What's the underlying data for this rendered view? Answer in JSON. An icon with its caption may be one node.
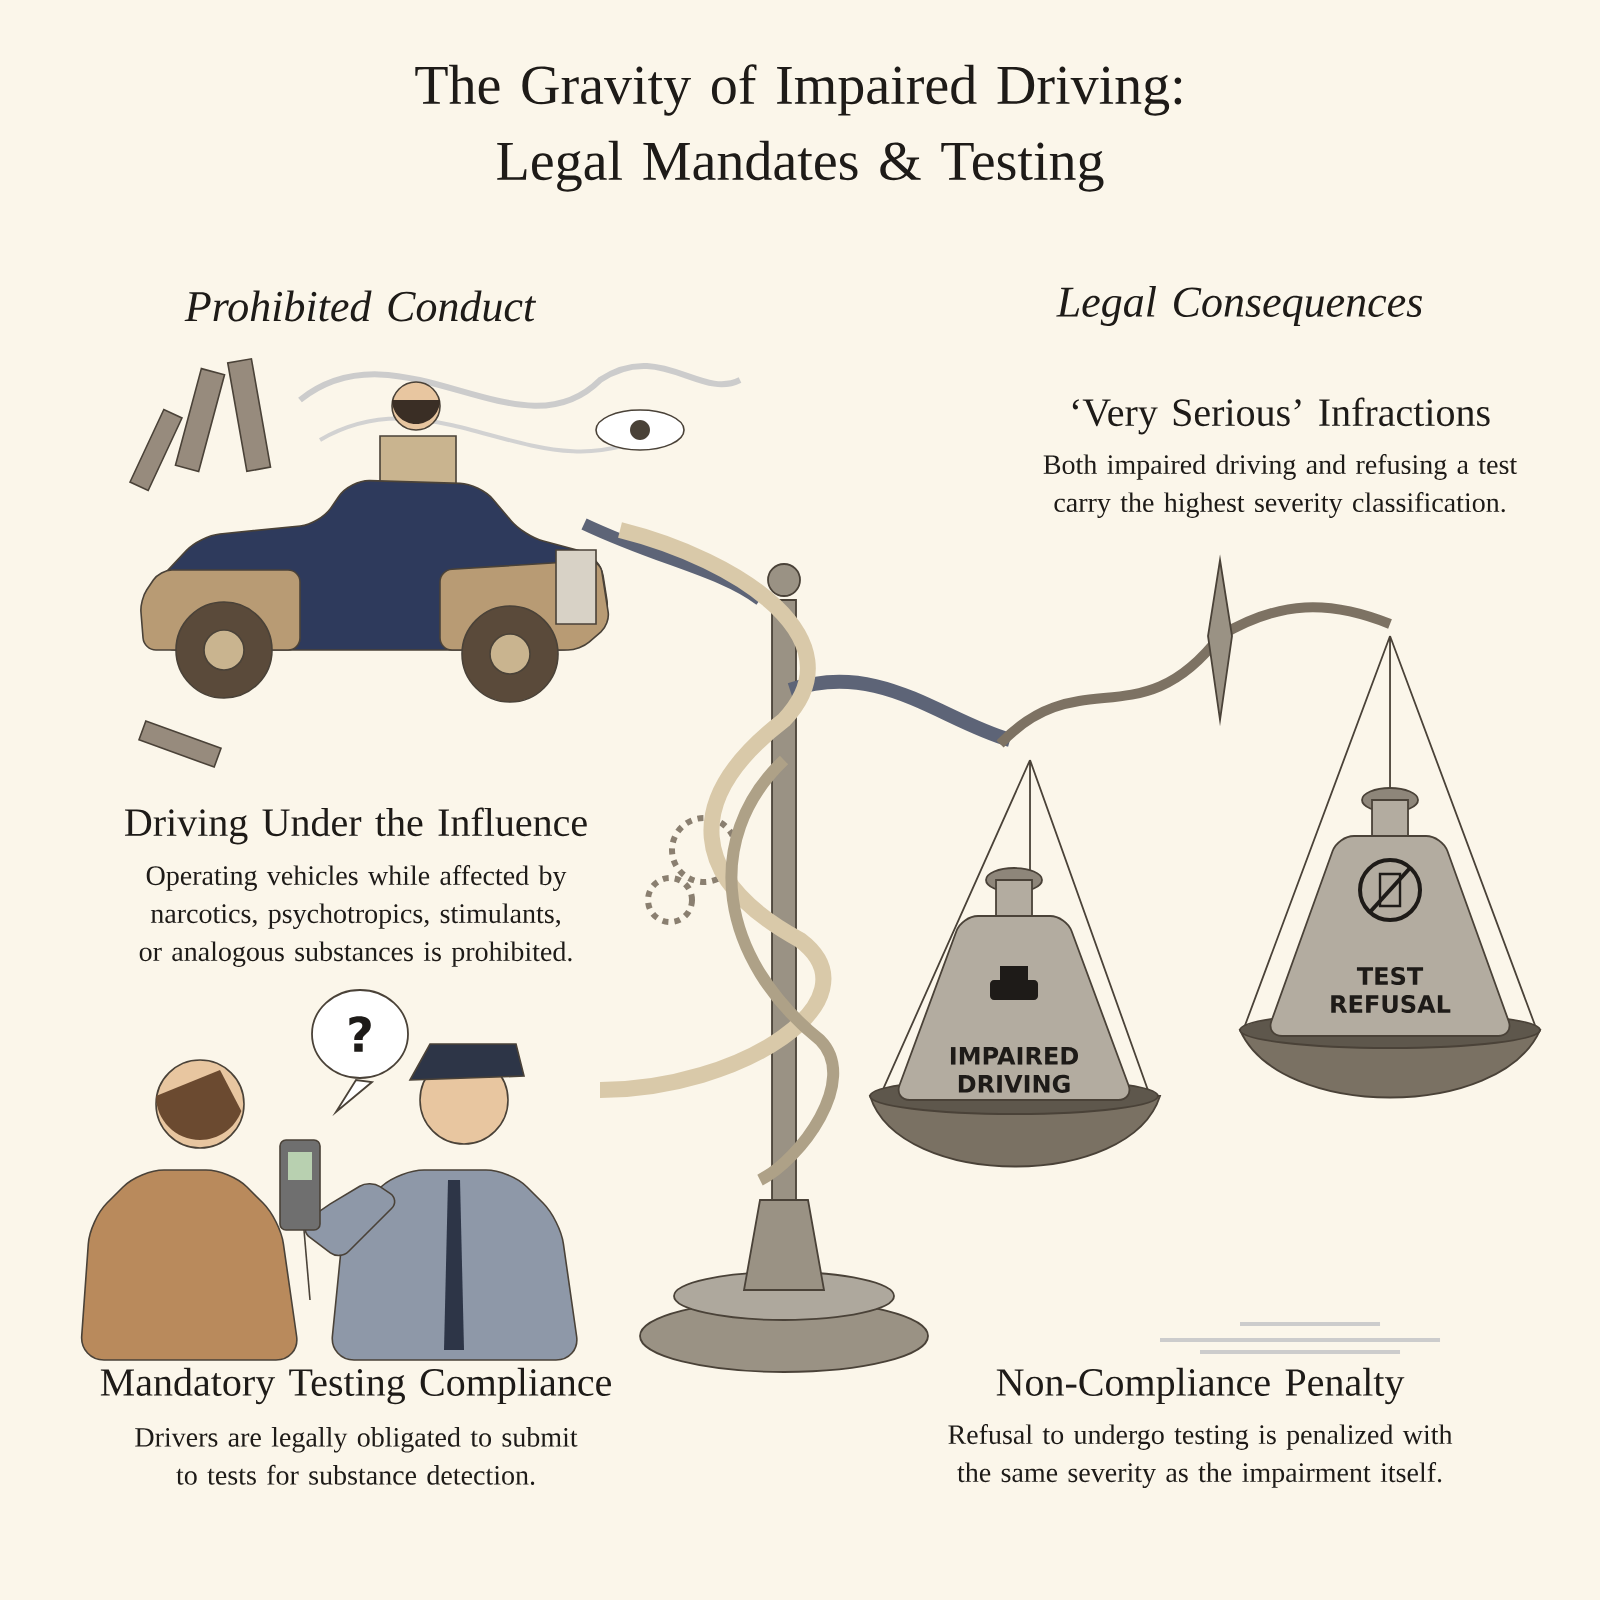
{
  "diagram": {
    "title": "The Gravity of Impaired Driving: Legal Mandates & Testing",
    "nodes": [
      {
        "text": [
          "IMPAIRED DRIVING"
        ]
      },
      {
        "text": [
          "TEST REFUSAL"
        ]
      },
      {
        "text": [
          "?"
        ]
      }
    ],
    "labels": [
      "Prohibited Conduct",
      "Legal Consequences",
      "‘Very Serious’ Infractions",
      "Both impaired driving and refusing a test carry the highest severity classification.",
      "Driving Under the Influence",
      "Operating vehicles while affected by narcotics, psychotropics, stimulants, or analogous substances is prohibited.",
      "Mandatory Testing Compliance",
      "Drivers are legally obligated to submit to tests for substance detection.",
      "Non-Compliance Penalty",
      "Refusal to undergo testing is penalized with the same severity as the impairment itself."
    ]
  }
}
